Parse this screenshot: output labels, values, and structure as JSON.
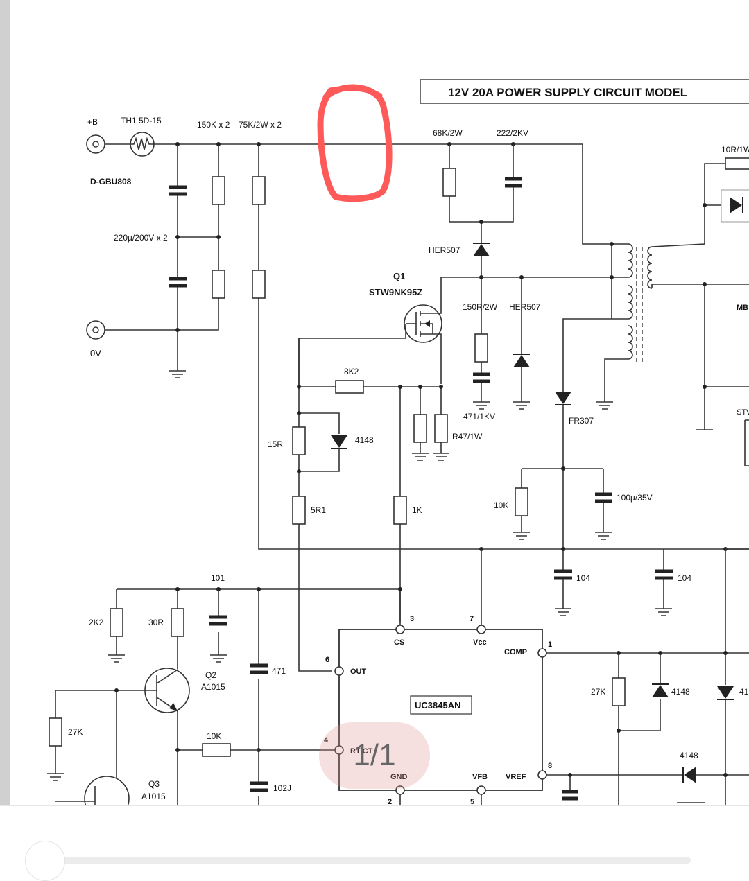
{
  "title": "12V  20A POWER SUPPLY CIRCUIT  MODEL",
  "page_indicator": "1/1",
  "labels": {
    "plus_b": "+B",
    "th1": "TH1  5D-15",
    "r150k": "150K x 2",
    "r75k": "75K/2W x 2",
    "d_gbu808": "D-GBU808",
    "cap220": "220µ/200V x 2",
    "zero_v": "0V",
    "r68k": "68K/2W",
    "c222": "222/2KV",
    "r10r": "10R/1W",
    "her507_a": "HER507",
    "q1": "Q1",
    "stw9nk95z": "STW9NK95Z",
    "r150r": "150R/2W",
    "her507_b": "HER507",
    "mb": "MB",
    "r8k2": "8K2",
    "c471_1kv": "471/1KV",
    "r47": "R47/1W",
    "fr307": "FR307",
    "stv": "STV",
    "r15r": "15R",
    "d4148_a": "4148",
    "r10k_a": "10K",
    "c100u": "100µ/35V",
    "r5r1": "5R1",
    "r1k": "1K",
    "c104_a": "104",
    "c104_b": "104",
    "c101": "101",
    "r2k2": "2K2",
    "r30r": "30R",
    "q2": "Q2",
    "a1015_a": "A1015",
    "c471": "471",
    "r27k_a": "27K",
    "r10k_b": "10K",
    "q3": "Q3",
    "a1015_b": "A1015",
    "c102j": "102J",
    "r27k_b": "27K",
    "d4148_b": "4148",
    "d41": "41",
    "d4148_c": "4148"
  },
  "ic": {
    "name": "UC3845AN",
    "pins": {
      "cs": "CS",
      "cs_num": "3",
      "vcc": "Vcc",
      "vcc_num": "7",
      "comp": "COMP",
      "comp_num": "1",
      "out": "OUT",
      "out_num": "6",
      "rtct": "RT/CT",
      "rtct_num": "4",
      "gnd": "GND",
      "gnd_num": "2",
      "vfb": "VFB",
      "vfb_num": "5",
      "vref": "VREF",
      "vref_num": "8"
    }
  },
  "colors": {
    "annotation": "#ff5a5a",
    "wire": "#333333",
    "indicator_bg": "#f4dede"
  }
}
